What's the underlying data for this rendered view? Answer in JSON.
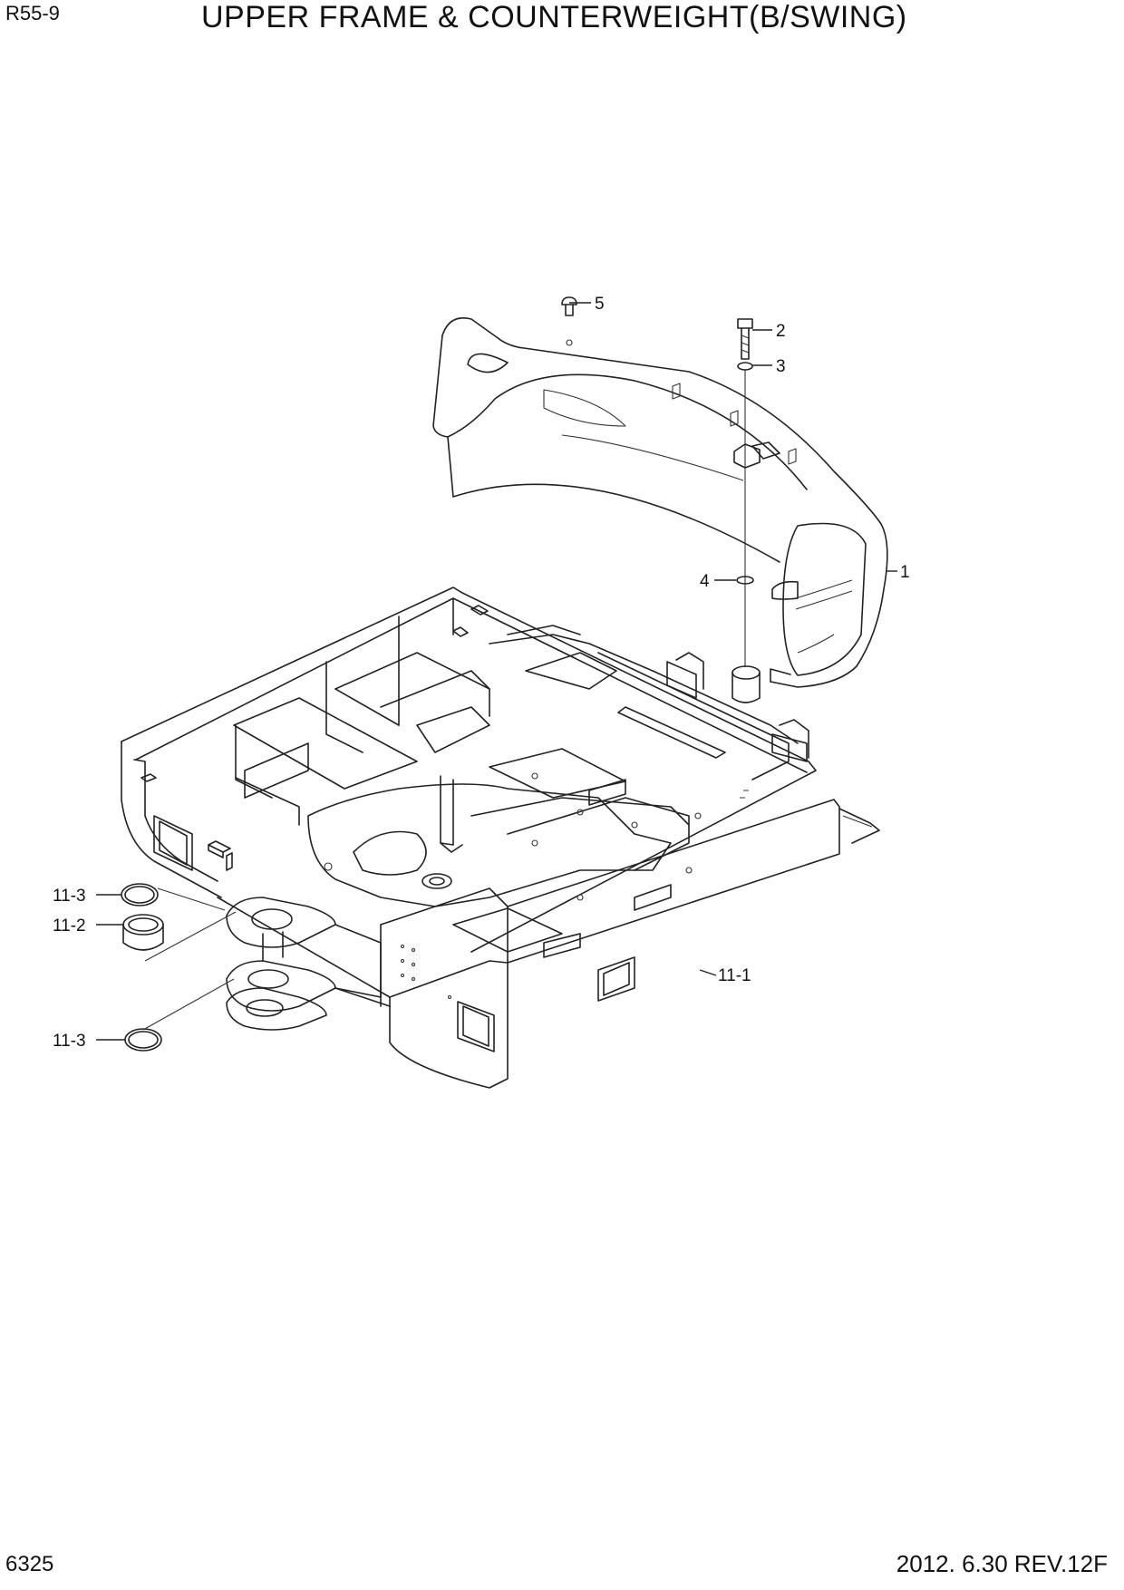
{
  "header": {
    "model": "R55-9",
    "title": "UPPER FRAME & COUNTERWEIGHT(B/SWING)"
  },
  "footer": {
    "page_number": "6325",
    "revision": "2012. 6.30  REV.12F"
  },
  "callouts": {
    "c5": "5",
    "c2": "2",
    "c3": "3",
    "c1": "1",
    "c4": "4",
    "c11_3_top": "11-3",
    "c11_2": "11-2",
    "c11_3_bottom": "11-3",
    "c11_1": "11-1"
  }
}
